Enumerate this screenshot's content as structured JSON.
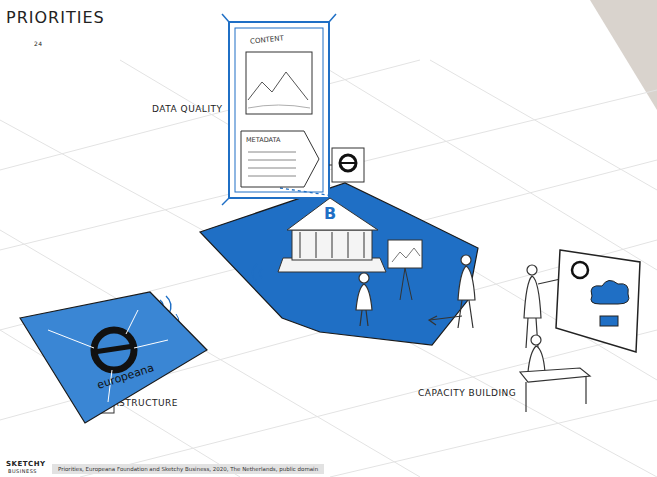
{
  "diagram": {
    "title": "PRIORITIES",
    "caption": "Priorities, Europeana Foundation and Sketchy Business, 2020, The Netherlands, public domain",
    "nodes": [
      {
        "text": [
          "CONTENT"
        ]
      },
      {
        "text": [
          "METADATA"
        ]
      },
      {
        "text": [
          "B"
        ]
      },
      {
        "text": [
          "europeana"
        ]
      }
    ],
    "edges": [
      {
        "from": 1,
        "to": 2,
        "arrow": "none"
      }
    ],
    "labels": [
      "24",
      "DATA QUALITY",
      "INFRASTRUCTURE",
      "CAPACITY BUILDING",
      "SKETCHY",
      "BUSINESS"
    ]
  }
}
